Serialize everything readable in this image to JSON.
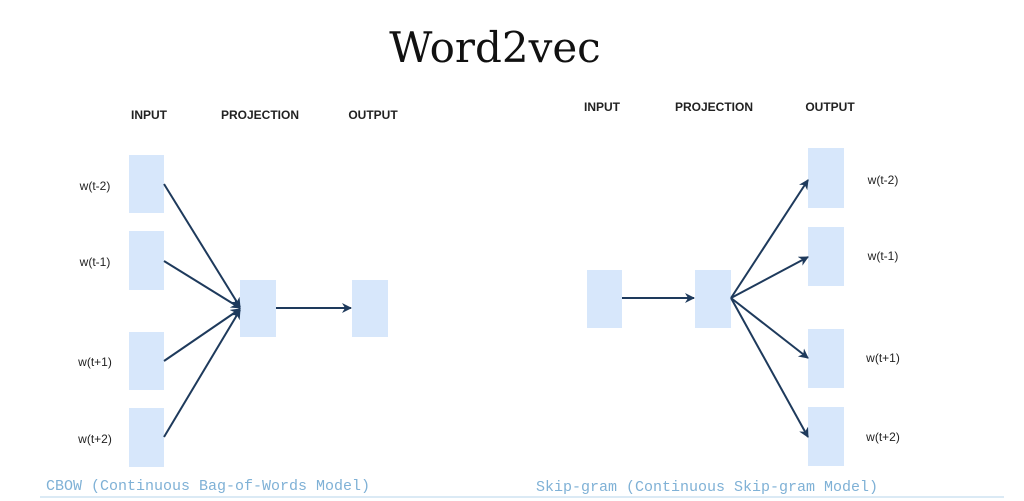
{
  "title": "Word2vec",
  "cbow": {
    "headers": {
      "input": "INPUT",
      "projection": "PROJECTION",
      "output": "OUTPUT"
    },
    "inputs": [
      "w(t-2)",
      "w(t-1)",
      "w(t+1)",
      "w(t+2)"
    ],
    "caption": "CBOW (Continuous Bag-of-Words Model)"
  },
  "skipgram": {
    "headers": {
      "input": "INPUT",
      "projection": "PROJECTION",
      "output": "OUTPUT"
    },
    "outputs": [
      "w(t-2)",
      "w(t-1)",
      "w(t+1)",
      "w(t+2)"
    ],
    "caption": "Skip-gram (Continuous Skip-gram Model)"
  },
  "colors": {
    "box": "#d7e7fb",
    "arrow": "#1e3a5c",
    "caption": "#7fb1d6"
  }
}
